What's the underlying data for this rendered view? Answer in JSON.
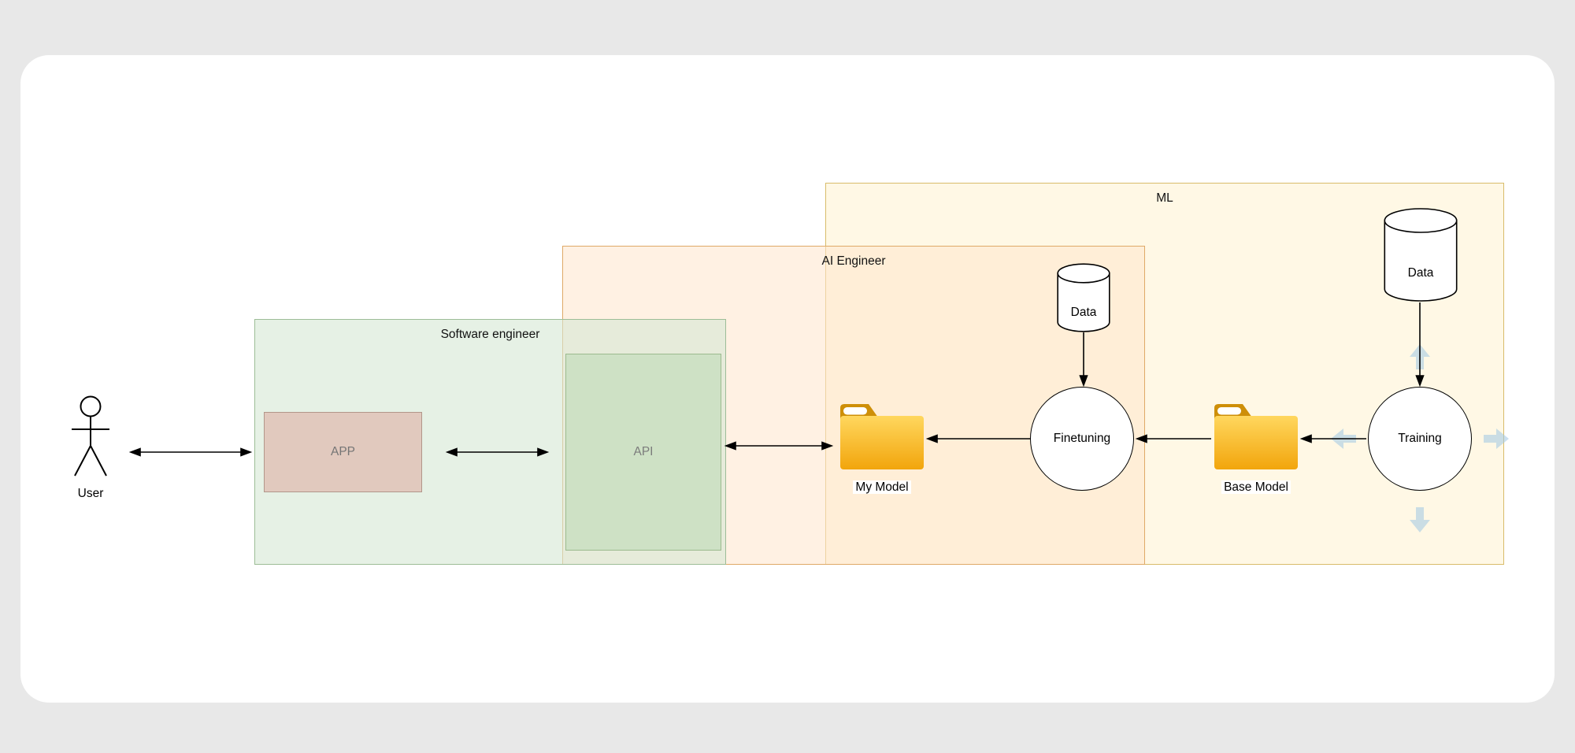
{
  "page": {
    "background_color": "#e8e8e8",
    "canvas_color": "#ffffff"
  },
  "actor": {
    "label": "User"
  },
  "groups": {
    "software_engineer": {
      "label": "Software engineer",
      "fill": "#d5e8d4",
      "border": "#9dbd97"
    },
    "ai_engineer": {
      "label": "AI Engineer",
      "fill": "#ffe6cc",
      "border": "#dfa967"
    },
    "ml": {
      "label": "ML",
      "fill": "#fff2cc",
      "border": "#d8bc6a"
    }
  },
  "nodes": {
    "app": {
      "label": "APP",
      "type": "box"
    },
    "api": {
      "label": "API",
      "type": "box"
    },
    "my_model": {
      "label": "My Model",
      "type": "folder"
    },
    "base_model": {
      "label": "Base Model",
      "type": "folder"
    },
    "finetuning": {
      "label": "Finetuning",
      "type": "circle"
    },
    "training": {
      "label": "Training",
      "type": "circle"
    },
    "finetuning_data": {
      "label": "Data",
      "type": "cylinder"
    },
    "training_data": {
      "label": "Data",
      "type": "cylinder"
    }
  },
  "edges": [
    {
      "id": "user-software-engineer",
      "from": "User",
      "to": "Software engineer",
      "direction": "both"
    },
    {
      "id": "app-api",
      "from": "APP",
      "to": "API",
      "direction": "both"
    },
    {
      "id": "api-my-model",
      "from": "API",
      "to": "My Model",
      "direction": "both"
    },
    {
      "id": "finetuning-my-model",
      "from": "Finetuning",
      "to": "My Model",
      "direction": "one-way"
    },
    {
      "id": "data-finetuning",
      "from": "Data",
      "to": "Finetuning",
      "direction": "one-way"
    },
    {
      "id": "base-model-finetuning",
      "from": "Base Model",
      "to": "Finetuning",
      "direction": "one-way"
    },
    {
      "id": "training-base-model",
      "from": "Training",
      "to": "Base Model",
      "direction": "one-way"
    },
    {
      "id": "data-training",
      "from": "Data",
      "to": "Training",
      "direction": "one-way"
    }
  ],
  "direction_hints": {
    "target": "Training",
    "arrows": [
      "up",
      "down",
      "left",
      "right"
    ],
    "color": "#9ec6e3"
  },
  "colors": {
    "folder_body": "#f9b80f",
    "folder_tab": "#ce8f08",
    "edge": "#000000"
  }
}
